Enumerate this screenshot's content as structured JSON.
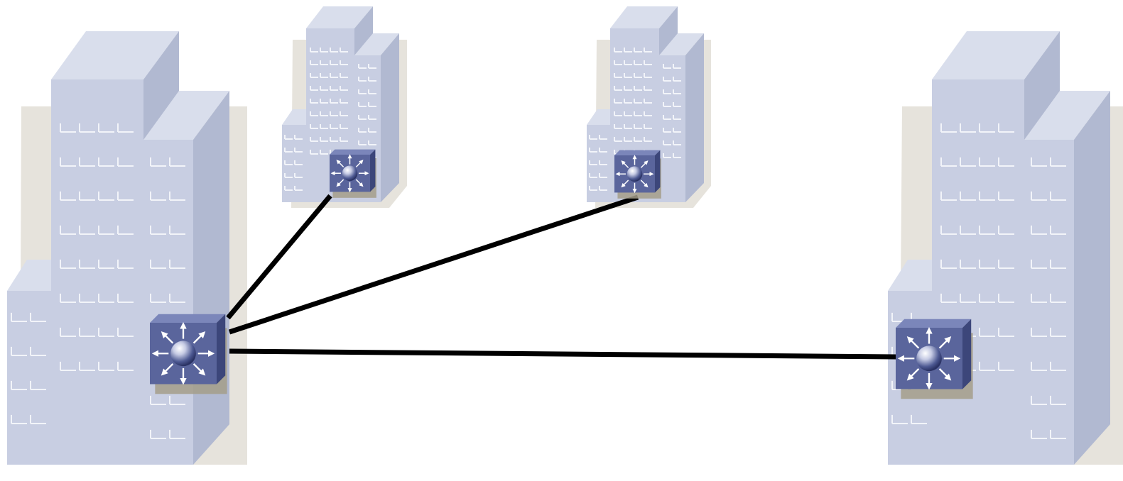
{
  "diagram": {
    "background": "#ffffff",
    "colors": {
      "building_front": "#c8cee2",
      "building_side": "#b1b9d1",
      "building_top": "#d9deec",
      "building_shadow": "#e6e3dc",
      "window": "#f2f4f9",
      "switch_front": "#5a659c",
      "switch_top": "#7b86ba",
      "switch_side": "#3c467a",
      "link": "#000000"
    },
    "nodes": [
      {
        "id": "building-left-large",
        "kind": "building",
        "icon": "office-building-icon"
      },
      {
        "id": "building-center-left-small",
        "kind": "building",
        "icon": "office-building-icon"
      },
      {
        "id": "building-center-right-small",
        "kind": "building",
        "icon": "office-building-icon"
      },
      {
        "id": "building-right-large",
        "kind": "building",
        "icon": "office-building-icon"
      },
      {
        "id": "switch-core-left",
        "kind": "switch",
        "icon": "layer3-switch-icon"
      },
      {
        "id": "switch-branch-1",
        "kind": "switch",
        "icon": "layer3-switch-icon"
      },
      {
        "id": "switch-branch-2",
        "kind": "switch",
        "icon": "layer3-switch-icon"
      },
      {
        "id": "switch-core-right",
        "kind": "switch",
        "icon": "layer3-switch-icon"
      }
    ],
    "links": [
      {
        "from": "switch-core-left",
        "to": "switch-branch-1"
      },
      {
        "from": "switch-core-left",
        "to": "switch-branch-2"
      },
      {
        "from": "switch-core-left",
        "to": "switch-core-right"
      }
    ]
  }
}
